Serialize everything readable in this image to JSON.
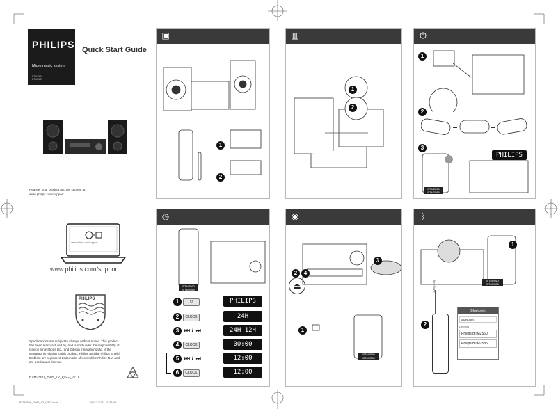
{
  "cover": {
    "brand": "PHILIPS",
    "product": "Micro music system",
    "models": [
      "BTM2560",
      "BTM2585"
    ],
    "title": "Quick Start Guide",
    "register_text": "Register your product and get support at",
    "register_url": "www.philips.com/support",
    "laptop_url": "www.philips.com/support",
    "support_url": "www.philips.com/support",
    "shield_brand": "PHILIPS",
    "legal": "Specifications are subject to change without notice. This product has been manufactured by, and is sold under the responsibility of Gibson Innovations Ltd., and Gibson Innovations Ltd. is the warrantor in relation to this product. Philips and the Philips Shield Emblem are registered trademarks of Koninklijke Philips N.V. and are used under license.",
    "doc_code": "BTM2560_2585_12_QSG_V2.0",
    "footer_file": "BTM2560_2585_12_QSG.indd   1                                    2017/12/15   11:34:43"
  },
  "panels": {
    "unbox": {
      "icon": "box-icon",
      "steps": [
        "1",
        "2"
      ]
    },
    "connect": {
      "icon": "plug-icon",
      "steps": [
        "1",
        "2"
      ]
    },
    "power": {
      "icon": "power-icon",
      "steps": [
        "1",
        "2",
        "3"
      ],
      "display": "PHILIPS",
      "model_tag": "BTM2560 BTM2585"
    },
    "clock": {
      "icon": "clock-icon",
      "model_tag": "BTM2560 BTM2585",
      "rows": [
        {
          "step": "1",
          "key": "⏻",
          "display": "PHILIPS"
        },
        {
          "step": "2",
          "key": "CLOCK",
          "display": "24H"
        },
        {
          "step": "3",
          "key": "⏮ / ⏭",
          "display": "24H   12H"
        },
        {
          "step": "4",
          "key": "CLOCK",
          "display": "00:00"
        },
        {
          "step": "5",
          "key": "⏮ / ⏭",
          "display": "12:00"
        },
        {
          "step": "6",
          "key": "CLOCK",
          "display": "12:00"
        }
      ]
    },
    "disc": {
      "icon": "disc-icon",
      "steps": [
        "2",
        "4",
        "3",
        "1"
      ],
      "model_tag": "BTM2560 BTM2585"
    },
    "bluetooth": {
      "icon": "bluetooth-icon",
      "steps": [
        "1",
        "2"
      ],
      "model_tag": "BTM2560 BTM2585",
      "phone_header": "Bluetooth",
      "phone_toggle": "Bluetooth",
      "phone_section": "Devices",
      "devices": [
        "Philips BTM2560",
        "Philips BTM2585"
      ],
      "range": "10m (30ft)"
    }
  }
}
